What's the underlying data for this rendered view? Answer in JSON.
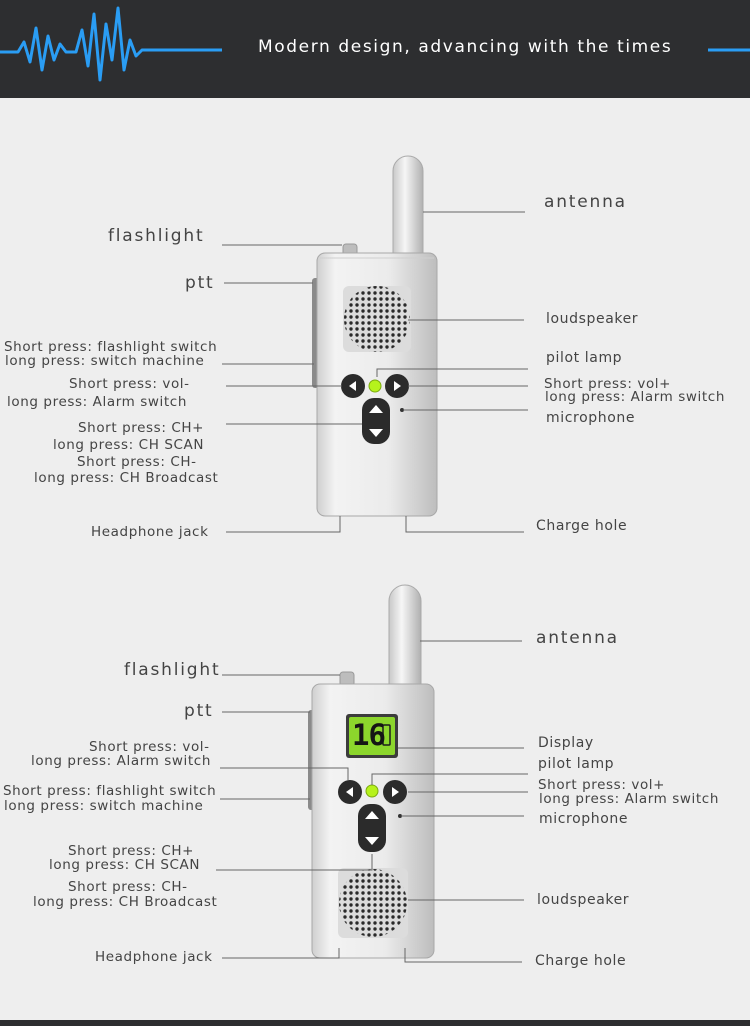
{
  "header": {
    "title": "Modern design, advancing with the times"
  },
  "colors": {
    "accent": "#2a9df4",
    "header_bg": "#2d2e30",
    "device_body": "#e6e6e6",
    "led": "#b6f21c",
    "display_green": "#8cd62c"
  },
  "panel1": {
    "labels": {
      "flashlight": "flashlight",
      "ptt": "ptt",
      "flash_switch_1": "Short press: flashlight switch",
      "flash_switch_2": "long press: switch machine",
      "vol_minus_1": "Short press: vol-",
      "vol_minus_2": "long press: Alarm switch",
      "ch_plus_1": "Short press: CH+",
      "ch_plus_2": "long press: CH SCAN",
      "ch_minus_1": "Short press: CH-",
      "ch_minus_2": "long press: CH Broadcast",
      "headphone": "Headphone jack",
      "antenna": "antenna",
      "loudspeaker": "loudspeaker",
      "pilot_lamp": "pilot lamp",
      "vol_plus_1": "Short press: vol+",
      "vol_plus_2": "long press: Alarm switch",
      "microphone": "microphone",
      "charge": "Charge hole"
    }
  },
  "panel2": {
    "labels": {
      "flashlight": "flashlight",
      "ptt": "ptt",
      "vol_minus_1": "Short press: vol-",
      "vol_minus_2": "long press: Alarm switch",
      "flash_switch_1": "Short press: flashlight switch",
      "flash_switch_2": "long press: switch machine",
      "ch_plus_1": "Short press: CH+",
      "ch_plus_2": "long press: CH SCAN",
      "ch_minus_1": "Short press: CH-",
      "ch_minus_2": "long press: CH Broadcast",
      "headphone": "Headphone jack",
      "antenna": "antenna",
      "display": "Display",
      "pilot_lamp": "pilot lamp",
      "vol_plus_1": "Short press: vol+",
      "vol_plus_2": "long press: Alarm switch",
      "microphone": "microphone",
      "loudspeaker": "loudspeaker",
      "charge": "Charge hole"
    },
    "display_digits": "16"
  }
}
